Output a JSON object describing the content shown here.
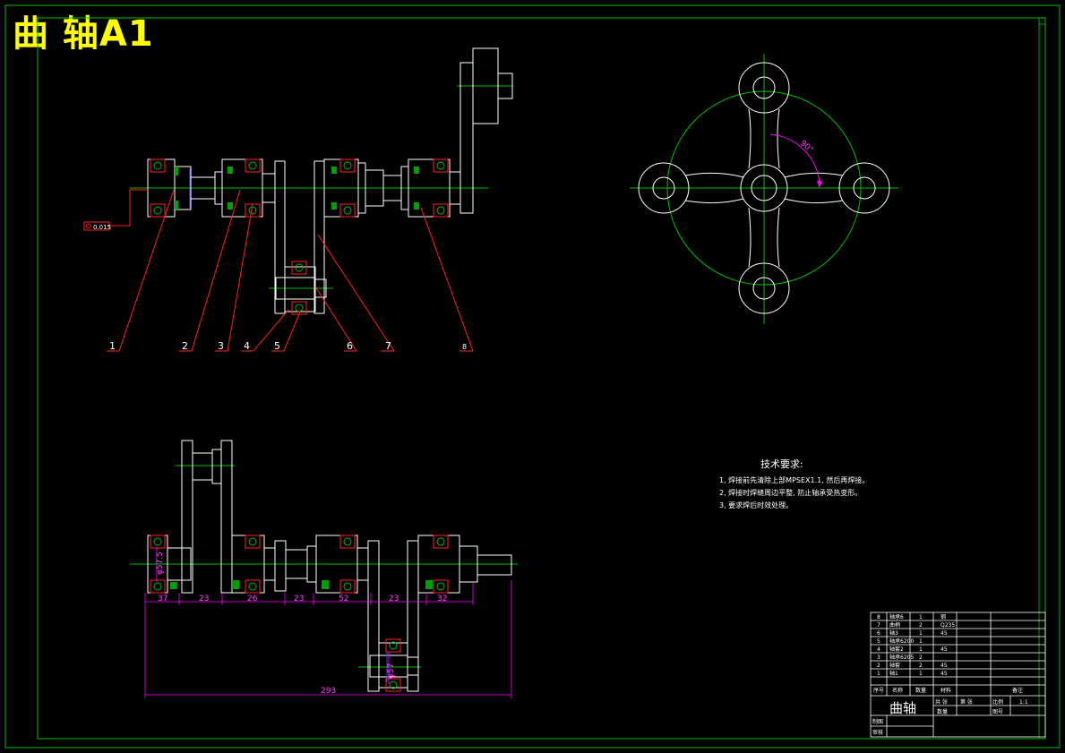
{
  "title": "曲 轴A1",
  "tolerance_box": {
    "symbol": "◎",
    "value": "0.015"
  },
  "callouts": [
    "1",
    "2",
    "3",
    "4",
    "5",
    "6",
    "7",
    "8"
  ],
  "angle_label": "90°",
  "dimensions": {
    "bottom_row": [
      "37",
      "23",
      "26",
      "23",
      "52",
      "23",
      "32"
    ],
    "overall": "293",
    "left_vertical": "φ57.5",
    "lower_vertical": "φ57"
  },
  "tech_requirements": {
    "heading": "技术要求:",
    "items": [
      "1, 焊接前先清除上部MPSEX1.1, 然后再焊接。",
      "2, 焊接时焊缝周边平整, 防止轴承受热变形。",
      "3, 要求焊后时效处理。"
    ]
  },
  "parts_table": {
    "rows": [
      {
        "no": "8",
        "name": "轴承6",
        "qty": "1",
        "material": "钢"
      },
      {
        "no": "7",
        "name": "曲柄",
        "qty": "2",
        "material": "Q235"
      },
      {
        "no": "6",
        "name": "轴3",
        "qty": "1",
        "material": "45"
      },
      {
        "no": "5",
        "name": "轴承6200",
        "qty": "1",
        "material": ""
      },
      {
        "no": "4",
        "name": "轴套2",
        "qty": "1",
        "material": "45"
      },
      {
        "no": "3",
        "name": "轴承6205",
        "qty": "2",
        "material": ""
      },
      {
        "no": "2",
        "name": "轴套",
        "qty": "2",
        "material": "45"
      },
      {
        "no": "1",
        "name": "轴1",
        "qty": "1",
        "material": "45"
      }
    ],
    "header": {
      "no": "序号",
      "name": "名称",
      "qty": "数量",
      "material": "材料",
      "note": "备注"
    },
    "title_name": "曲轴",
    "cells": {
      "weight_label": "共 张",
      "sheet_label": "第 张",
      "scale_label": "比例",
      "scale_value": "1:1",
      "count_label": "数量",
      "drawing_no": "图号",
      "designer": "制图",
      "checker": "审核"
    }
  }
}
